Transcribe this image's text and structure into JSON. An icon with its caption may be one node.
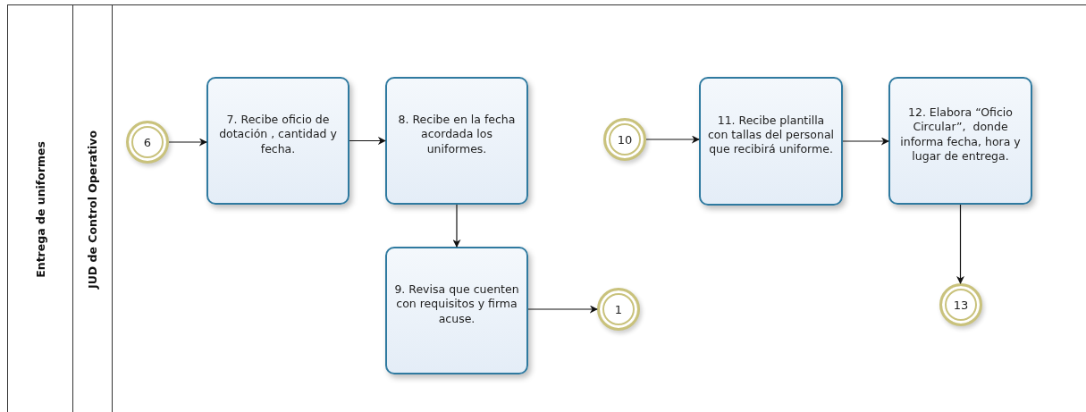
{
  "diagram": {
    "nodes": [
      {
        "text": [
          "Entrega de uniformes"
        ]
      },
      {
        "text": [
          "JUD de Control Operativo"
        ],
        "in": 0
      },
      {
        "text": [
          "6"
        ],
        "in": 1
      },
      {
        "text": [
          "7. Recibe oficio de dotación , cantidad y fecha."
        ],
        "in": 1
      },
      {
        "text": [
          "8. Recibe en la fecha acordada los uniformes."
        ],
        "in": 1
      },
      {
        "text": [
          "9. Revisa que cuenten con requisitos y firma acuse."
        ],
        "in": 1
      },
      {
        "text": [
          "1"
        ],
        "in": 1
      },
      {
        "text": [
          "10"
        ],
        "in": 1
      },
      {
        "text": [
          "11. Recibe plantilla con tallas del personal que recibirá uniforme."
        ],
        "in": 1
      },
      {
        "text": [
          "12. Elabora “Oficio Circular”,  donde informa fecha, hora y lugar de entrega."
        ],
        "in": 1
      },
      {
        "text": [
          "13"
        ],
        "in": 1
      }
    ],
    "edges": [
      {
        "from": 2,
        "to": 3,
        "arrow": "to"
      },
      {
        "from": 3,
        "to": 4,
        "arrow": "to"
      },
      {
        "from": 4,
        "to": 5,
        "arrow": "to"
      },
      {
        "from": 5,
        "to": 6,
        "arrow": "to"
      },
      {
        "from": 7,
        "to": 8,
        "arrow": "to"
      },
      {
        "from": 8,
        "to": 9,
        "arrow": "to"
      },
      {
        "from": 9,
        "to": 10,
        "arrow": "to"
      }
    ]
  }
}
